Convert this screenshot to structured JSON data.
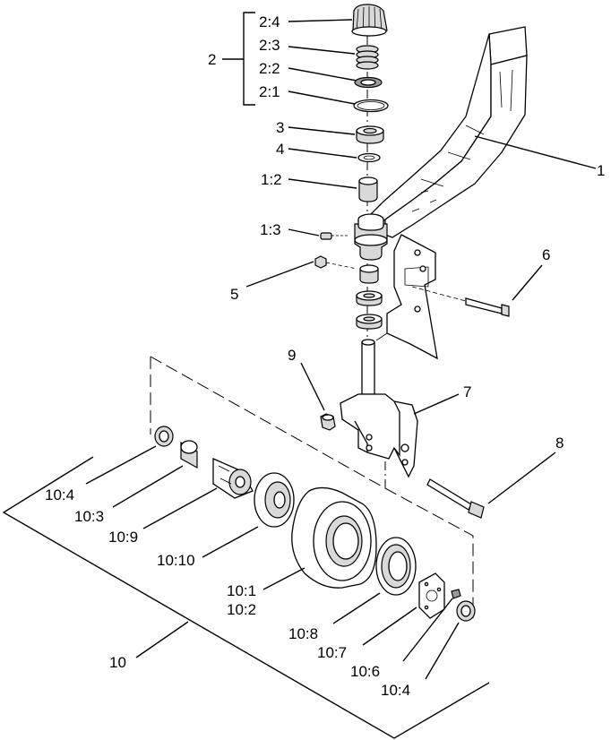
{
  "callouts": [
    {
      "id": "c-2-4",
      "text": "2:4"
    },
    {
      "id": "c-2-3",
      "text": "2:3"
    },
    {
      "id": "c-2-2",
      "text": "2:2"
    },
    {
      "id": "c-2-1",
      "text": "2:1"
    },
    {
      "id": "c-2",
      "text": "2"
    },
    {
      "id": "c-3",
      "text": "3"
    },
    {
      "id": "c-4",
      "text": "4"
    },
    {
      "id": "c-1-2",
      "text": "1:2"
    },
    {
      "id": "c-1",
      "text": "1"
    },
    {
      "id": "c-1-3",
      "text": "1:3"
    },
    {
      "id": "c-6",
      "text": "6"
    },
    {
      "id": "c-5",
      "text": "5"
    },
    {
      "id": "c-9",
      "text": "9"
    },
    {
      "id": "c-7",
      "text": "7"
    },
    {
      "id": "c-8",
      "text": "8"
    },
    {
      "id": "c-10-4a",
      "text": "10:4"
    },
    {
      "id": "c-10-3",
      "text": "10:3"
    },
    {
      "id": "c-10-9",
      "text": "10:9"
    },
    {
      "id": "c-10-10",
      "text": "10:10"
    },
    {
      "id": "c-10-1",
      "text": "10:1"
    },
    {
      "id": "c-10-2",
      "text": "10:2"
    },
    {
      "id": "c-10-8",
      "text": "10:8"
    },
    {
      "id": "c-10-7",
      "text": "10:7"
    },
    {
      "id": "c-10-6",
      "text": "10:6"
    },
    {
      "id": "c-10-4b",
      "text": "10:4"
    },
    {
      "id": "c-10",
      "text": "10"
    }
  ]
}
